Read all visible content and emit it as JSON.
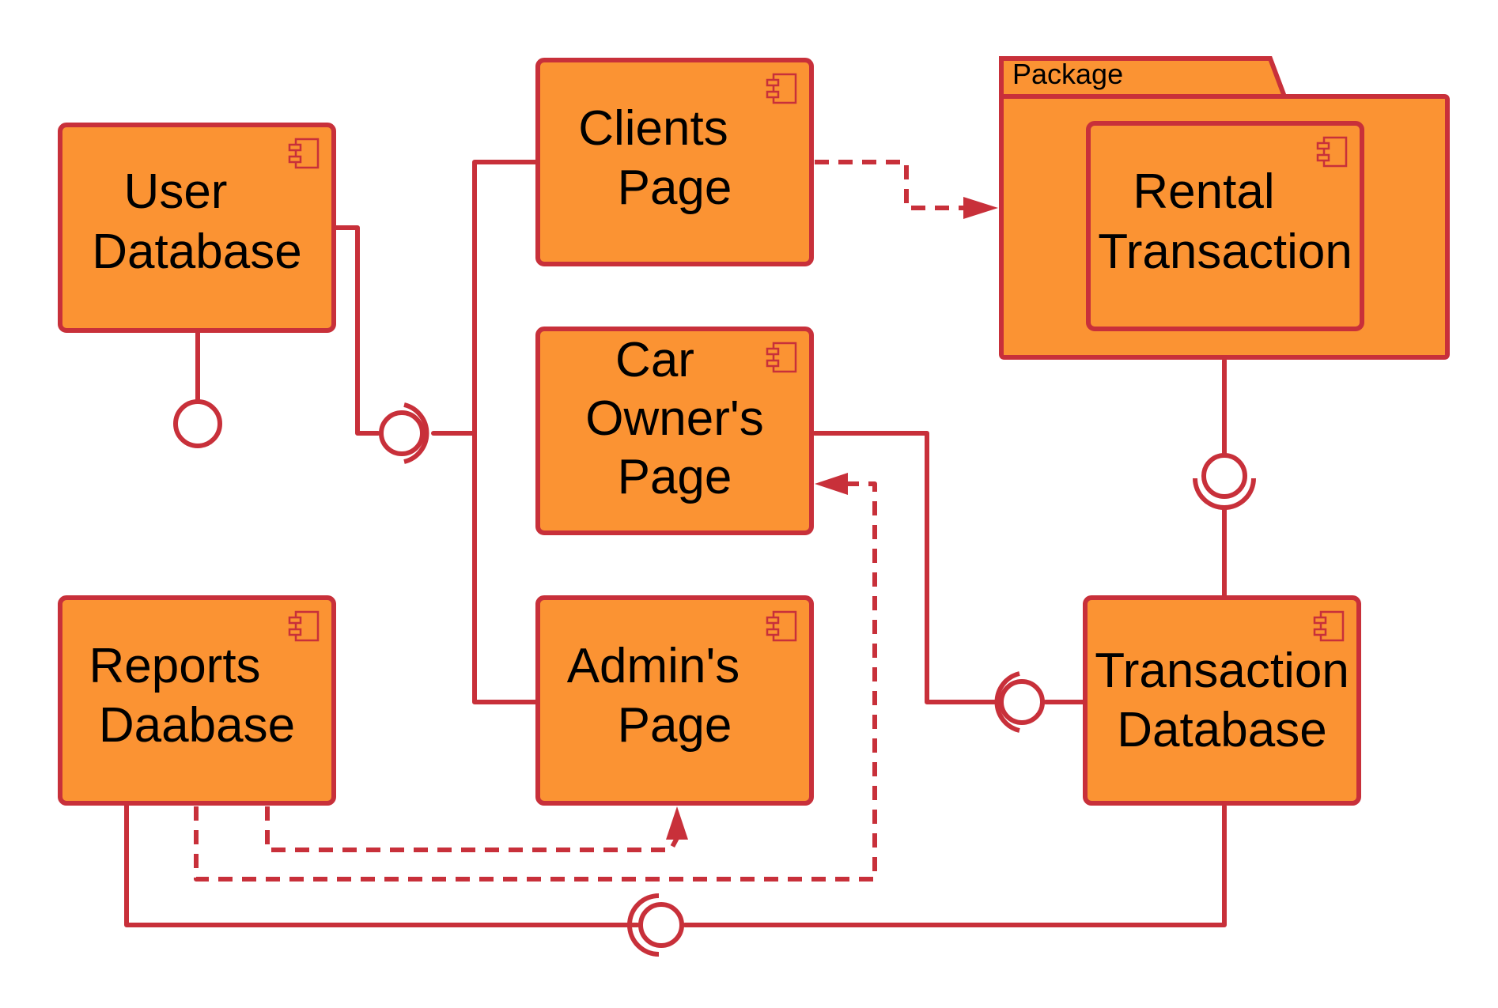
{
  "diagram": {
    "package_label": "Package",
    "components": {
      "user_database": [
        "User",
        "Database"
      ],
      "clients_page": [
        "Clients",
        "Page"
      ],
      "car_owners_page": [
        "Car",
        "Owner's",
        "Page"
      ],
      "admins_page": [
        "Admin's",
        "Page"
      ],
      "reports_database": [
        "Reports",
        "Daabase"
      ],
      "rental_transaction": [
        "Rental",
        "Transaction"
      ],
      "transaction_database": [
        "Transaction",
        "Database"
      ]
    },
    "colors": {
      "fill": "#fb9333",
      "stroke": "#c8303a"
    }
  }
}
